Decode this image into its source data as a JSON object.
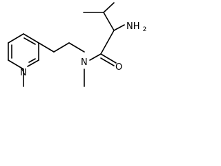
{
  "atoms": {
    "amine": {
      "text": "NH",
      "subscript": "2"
    },
    "amide_nitrogen": {
      "text": "N"
    },
    "carbonyl_oxygen": {
      "text": "O"
    },
    "pyridine_nitrogen": {
      "text": "N"
    }
  },
  "colors": {
    "bond": "#000000",
    "label": "#000000",
    "background": "#ffffff"
  }
}
